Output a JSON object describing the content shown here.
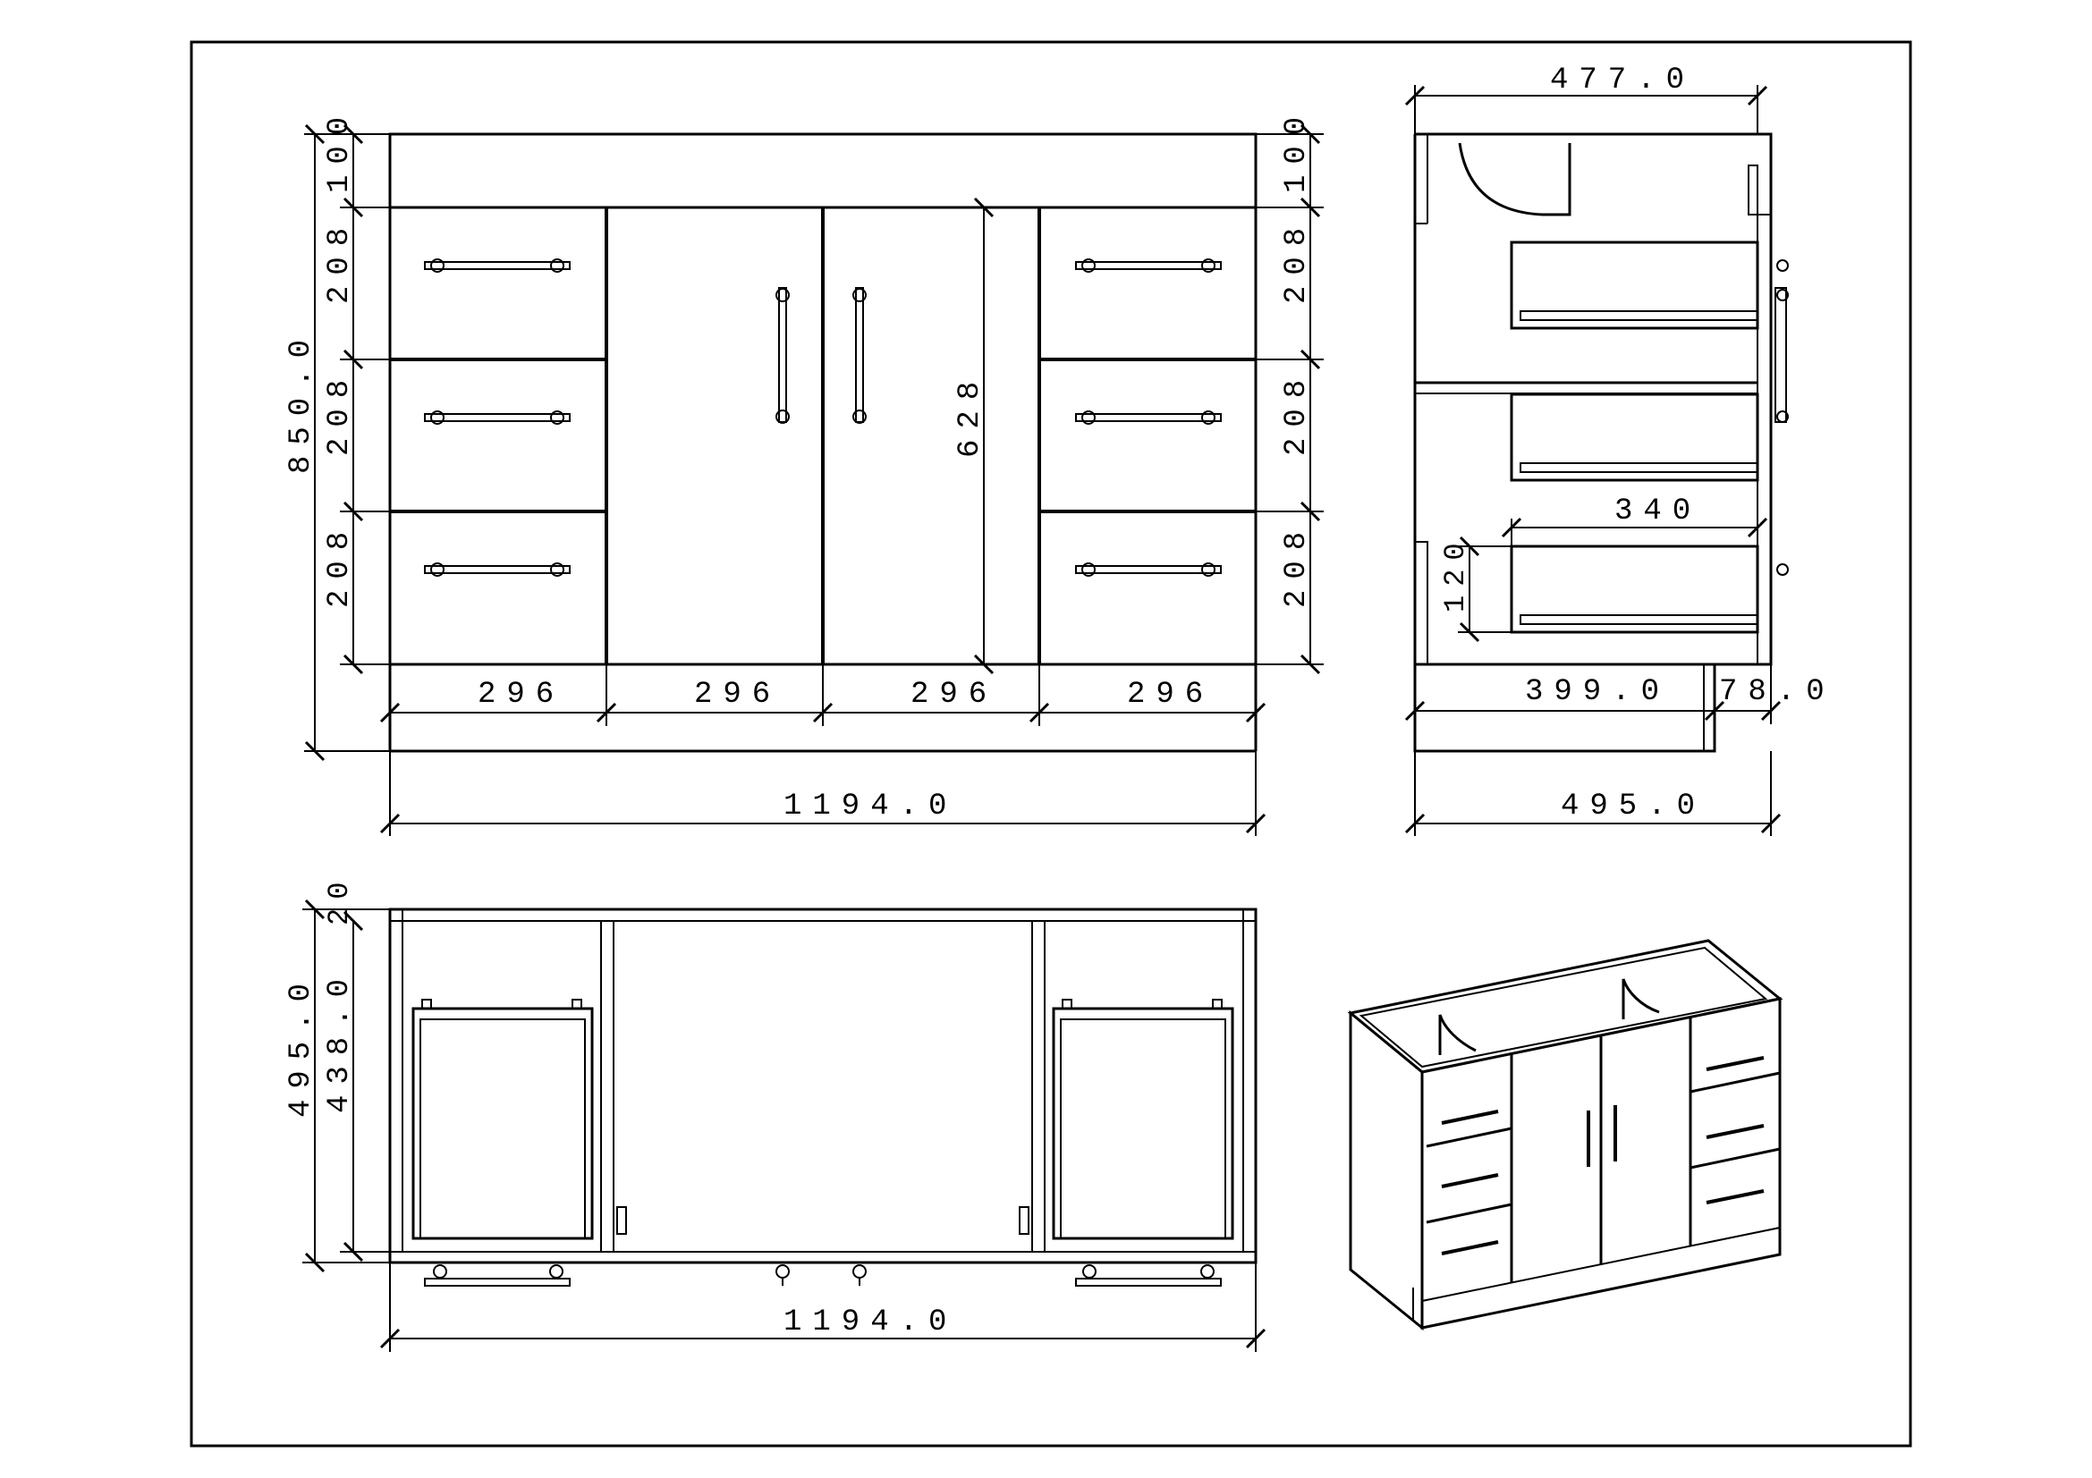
{
  "front_view": {
    "overall_width": "1194.0",
    "overall_height": "850.0",
    "top_rail_left": "100",
    "top_rail_right": "100",
    "drawer_heights_left": [
      "208",
      "208",
      "208"
    ],
    "drawer_heights_right": [
      "208",
      "208",
      "208"
    ],
    "door_height": "628",
    "bay_widths": [
      "296",
      "296",
      "296",
      "296"
    ]
  },
  "side_view": {
    "top_depth": "477.0",
    "drawer_depth": "340",
    "drawer_height": "120",
    "carcass_depth": "399.0",
    "door_thickness": "78.0",
    "overall_depth": "495.0"
  },
  "plan_view": {
    "overall_width": "1194.0",
    "overall_depth": "495.0",
    "inner_depth": "438.0",
    "back_panel": "20"
  },
  "iso_view": {}
}
